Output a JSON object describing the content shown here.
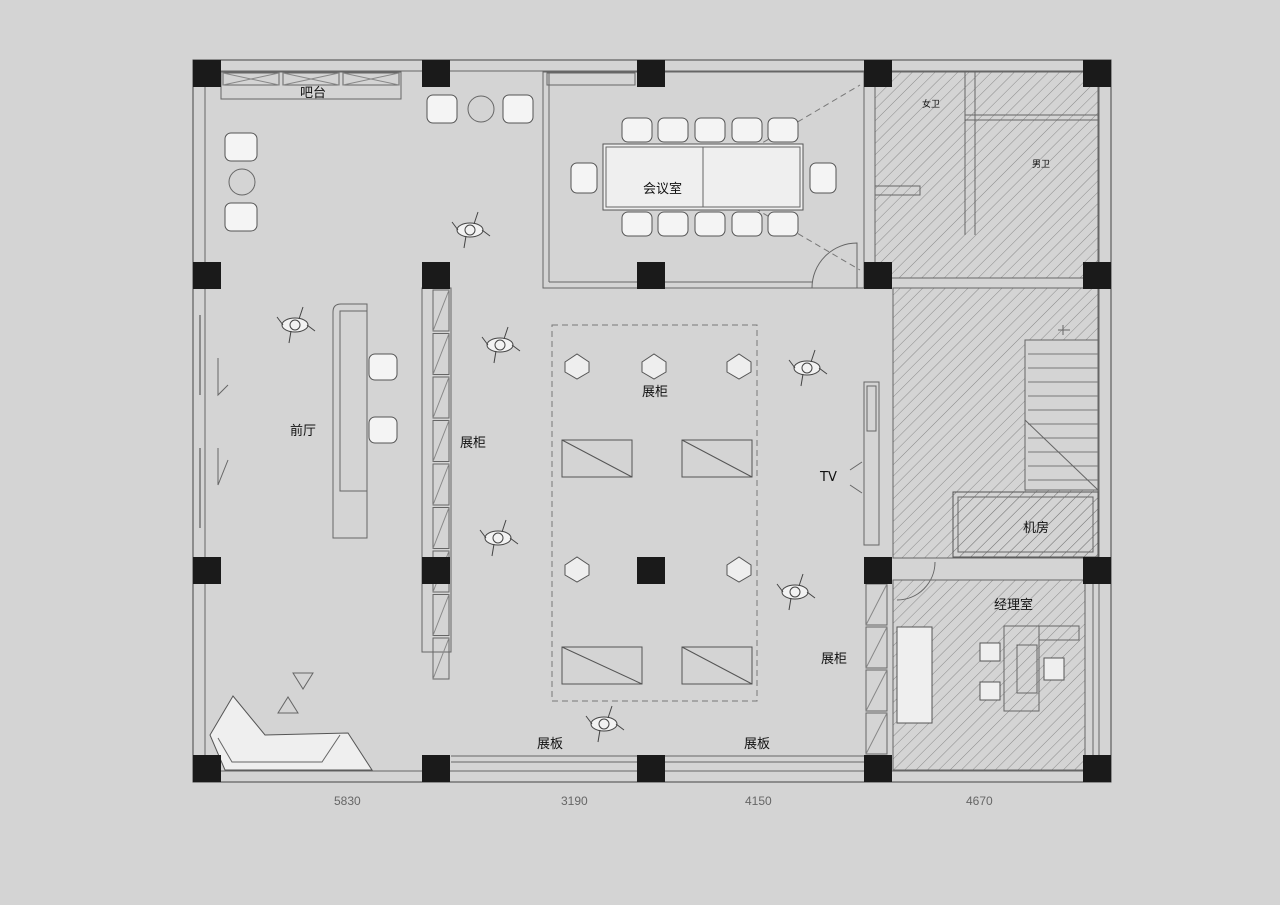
{
  "rooms": {
    "bar": "吧台",
    "meeting_room": "会议室",
    "womens_restroom": "女卫",
    "mens_restroom": "男卫",
    "display_cabinet_center": "展柜",
    "display_cabinet_left": "展柜",
    "display_cabinet_right": "展柜",
    "lobby": "前厅",
    "tv": "TV",
    "machine_room": "机房",
    "manager_office": "经理室",
    "display_board_left": "展板",
    "display_board_right": "展板"
  },
  "dimensions": [
    "5830",
    "3190",
    "4150",
    "4670"
  ],
  "colors": {
    "background": "#d4d4d4",
    "column": "#1a1a1a",
    "line": "#555555"
  }
}
